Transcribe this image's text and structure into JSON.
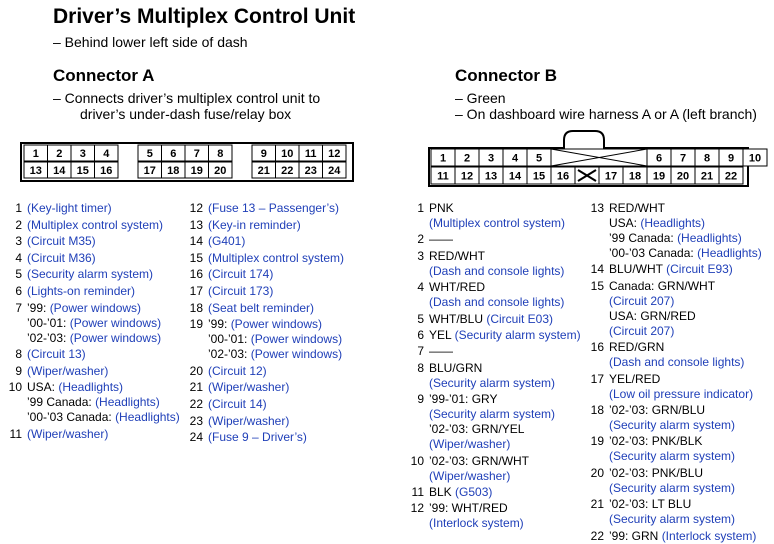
{
  "title": "Driver’s Multiplex Control Unit",
  "location": "– Behind lower left side of dash",
  "connector_a": {
    "heading": "Connector A",
    "desc1": "– Connects driver’s multiplex control unit to",
    "desc2": "driver’s under-dash fuse/relay box",
    "top_row": [
      "1",
      "2",
      "3",
      "4",
      "",
      "5",
      "6",
      "7",
      "8",
      "",
      "9",
      "10",
      "11",
      "12"
    ],
    "bottom_row": [
      "13",
      "14",
      "15",
      "16",
      "",
      "17",
      "18",
      "19",
      "20",
      "",
      "21",
      "22",
      "23",
      "24"
    ]
  },
  "connector_b": {
    "heading": "Connector B",
    "desc1": "– Green",
    "desc2": "– On dashboard wire harness A or A (left branch)",
    "top_row": [
      "1",
      "2",
      "3",
      "4",
      "5",
      "",
      "6",
      "7",
      "8",
      "9",
      "10"
    ],
    "bottom_row": [
      "11",
      "12",
      "13",
      "14",
      "15",
      "16",
      "",
      "17",
      "18",
      "19",
      "20",
      "21",
      "22"
    ]
  },
  "pins_a_left": [
    {
      "n": "1",
      "lines": [
        [
          [
            "",
            "(Key-light timer)"
          ]
        ]
      ]
    },
    {
      "n": "2",
      "lines": [
        [
          [
            "",
            "(Multiplex control system)"
          ]
        ]
      ]
    },
    {
      "n": "3",
      "lines": [
        [
          [
            "",
            "(Circuit M35)"
          ]
        ]
      ]
    },
    {
      "n": "4",
      "lines": [
        [
          [
            "",
            "(Circuit M36)"
          ]
        ]
      ]
    },
    {
      "n": "5",
      "lines": [
        [
          [
            "",
            "(Security alarm system)"
          ]
        ]
      ]
    },
    {
      "n": "6",
      "lines": [
        [
          [
            "",
            "(Lights-on reminder)"
          ]
        ]
      ]
    },
    {
      "n": "7",
      "lines": [
        [
          [
            "’99: ",
            "(Power windows)"
          ]
        ],
        [
          [
            "’00-’01: ",
            "(Power windows)"
          ]
        ],
        [
          [
            "’02-’03: ",
            "(Power windows)"
          ]
        ]
      ]
    },
    {
      "n": "8",
      "lines": [
        [
          [
            "",
            "(Circuit 13)"
          ]
        ]
      ]
    },
    {
      "n": "9",
      "lines": [
        [
          [
            "",
            "(Wiper/washer)"
          ]
        ]
      ]
    },
    {
      "n": "10",
      "lines": [
        [
          [
            "USA: ",
            "(Headlights)"
          ]
        ],
        [
          [
            "’99 Canada: ",
            "(Headlights)"
          ]
        ],
        [
          [
            "’00-’03 Canada: ",
            "(Headlights)"
          ]
        ]
      ]
    },
    {
      "n": "11",
      "lines": [
        [
          [
            "",
            "(Wiper/washer)"
          ]
        ]
      ]
    }
  ],
  "pins_a_right": [
    {
      "n": "12",
      "lines": [
        [
          [
            "",
            "(Fuse 13 – Passenger’s)"
          ]
        ]
      ]
    },
    {
      "n": "13",
      "lines": [
        [
          [
            "",
            "(Key-in reminder)"
          ]
        ]
      ]
    },
    {
      "n": "14",
      "lines": [
        [
          [
            "",
            "(G401)"
          ]
        ]
      ]
    },
    {
      "n": "15",
      "lines": [
        [
          [
            "",
            "(Multiplex control system)"
          ]
        ]
      ]
    },
    {
      "n": "16",
      "lines": [
        [
          [
            "",
            "(Circuit 174)"
          ]
        ]
      ]
    },
    {
      "n": "17",
      "lines": [
        [
          [
            "",
            "(Circuit 173)"
          ]
        ]
      ]
    },
    {
      "n": "18",
      "lines": [
        [
          [
            "",
            "(Seat belt reminder)"
          ]
        ]
      ]
    },
    {
      "n": "19",
      "lines": [
        [
          [
            "’99: ",
            "(Power windows)"
          ]
        ],
        [
          [
            "’00-’01: ",
            "(Power windows)"
          ]
        ],
        [
          [
            "’02-’03: ",
            "(Power windows)"
          ]
        ]
      ]
    },
    {
      "n": "20",
      "lines": [
        [
          [
            "",
            "(Circuit 12)"
          ]
        ]
      ]
    },
    {
      "n": "21",
      "lines": [
        [
          [
            "",
            "(Wiper/washer)"
          ]
        ]
      ]
    },
    {
      "n": "22",
      "lines": [
        [
          [
            "",
            "(Circuit 14)"
          ]
        ]
      ]
    },
    {
      "n": "23",
      "lines": [
        [
          [
            "",
            "(Wiper/washer)"
          ]
        ]
      ]
    },
    {
      "n": "24",
      "lines": [
        [
          [
            "",
            "(Fuse 9 – Driver’s)"
          ]
        ]
      ]
    }
  ],
  "pins_b_left": [
    {
      "n": "1",
      "lines": [
        [
          [
            "PNK",
            ""
          ]
        ],
        [
          [
            "",
            "(Multiplex control system)"
          ]
        ]
      ]
    },
    {
      "n": "2",
      "lines": [
        [
          [
            "——",
            ""
          ]
        ]
      ]
    },
    {
      "n": "3",
      "lines": [
        [
          [
            "RED/WHT",
            ""
          ]
        ],
        [
          [
            "",
            "(Dash and console lights)"
          ]
        ]
      ]
    },
    {
      "n": "4",
      "lines": [
        [
          [
            "WHT/RED",
            ""
          ]
        ],
        [
          [
            "",
            "(Dash and console lights)"
          ]
        ]
      ]
    },
    {
      "n": "5",
      "lines": [
        [
          [
            "WHT/BLU ",
            "(Circuit E03)"
          ]
        ]
      ]
    },
    {
      "n": "6",
      "lines": [
        [
          [
            "YEL ",
            "(Security alarm system)"
          ]
        ]
      ]
    },
    {
      "n": "7",
      "lines": [
        [
          [
            "——",
            ""
          ]
        ]
      ]
    },
    {
      "n": "8",
      "lines": [
        [
          [
            "BLU/GRN",
            ""
          ]
        ],
        [
          [
            "",
            "(Security alarm system)"
          ]
        ]
      ]
    },
    {
      "n": "9",
      "lines": [
        [
          [
            "’99-’01: GRY",
            ""
          ]
        ],
        [
          [
            "",
            "(Security alarm system)"
          ]
        ],
        [
          [
            "’02-’03: GRN/YEL",
            ""
          ]
        ],
        [
          [
            "",
            "(Wiper/washer)"
          ]
        ]
      ]
    },
    {
      "n": "10",
      "lines": [
        [
          [
            "’02-’03: GRN/WHT",
            ""
          ]
        ],
        [
          [
            "",
            "(Wiper/washer)"
          ]
        ]
      ]
    },
    {
      "n": "11",
      "lines": [
        [
          [
            "BLK ",
            "(G503)"
          ]
        ]
      ]
    },
    {
      "n": "12",
      "lines": [
        [
          [
            "’99: WHT/RED",
            ""
          ]
        ],
        [
          [
            "",
            "(Interlock system)"
          ]
        ]
      ]
    }
  ],
  "pins_b_right": [
    {
      "n": "13",
      "lines": [
        [
          [
            "RED/WHT",
            ""
          ]
        ],
        [
          [
            "USA: ",
            "(Headlights)"
          ]
        ],
        [
          [
            "’99 Canada: ",
            "(Headlights)"
          ]
        ],
        [
          [
            "’00-’03 Canada: ",
            "(Headlights)"
          ]
        ]
      ]
    },
    {
      "n": "14",
      "lines": [
        [
          [
            "BLU/WHT ",
            "(Circuit E93)"
          ]
        ]
      ]
    },
    {
      "n": "15",
      "lines": [
        [
          [
            "Canada: GRN/WHT",
            ""
          ]
        ],
        [
          [
            "",
            "(Circuit 207)"
          ]
        ],
        [
          [
            "USA: GRN/RED",
            ""
          ]
        ],
        [
          [
            "",
            "(Circuit 207)"
          ]
        ]
      ]
    },
    {
      "n": "16",
      "lines": [
        [
          [
            "RED/GRN",
            ""
          ]
        ],
        [
          [
            "",
            "(Dash and console lights)"
          ]
        ]
      ]
    },
    {
      "n": "17",
      "lines": [
        [
          [
            "YEL/RED",
            ""
          ]
        ],
        [
          [
            "",
            "(Low oil pressure indicator)"
          ]
        ]
      ]
    },
    {
      "n": "18",
      "lines": [
        [
          [
            "’02-’03: GRN/BLU",
            ""
          ]
        ],
        [
          [
            "",
            "(Security alarm system)"
          ]
        ]
      ]
    },
    {
      "n": "19",
      "lines": [
        [
          [
            "’02-’03: PNK/BLK",
            ""
          ]
        ],
        [
          [
            "",
            "(Security alarm system)"
          ]
        ]
      ]
    },
    {
      "n": "20",
      "lines": [
        [
          [
            "’02-’03: PNK/BLU",
            ""
          ]
        ],
        [
          [
            "",
            "(Security alarm system)"
          ]
        ]
      ]
    },
    {
      "n": "21",
      "lines": [
        [
          [
            "’02-’03: LT BLU",
            ""
          ]
        ],
        [
          [
            "",
            "(Security alarm system)"
          ]
        ]
      ]
    },
    {
      "n": "22",
      "lines": [
        [
          [
            "’99: GRN ",
            "(Interlock system)"
          ]
        ]
      ]
    }
  ],
  "colors": {
    "link": "#1f3fb8"
  }
}
